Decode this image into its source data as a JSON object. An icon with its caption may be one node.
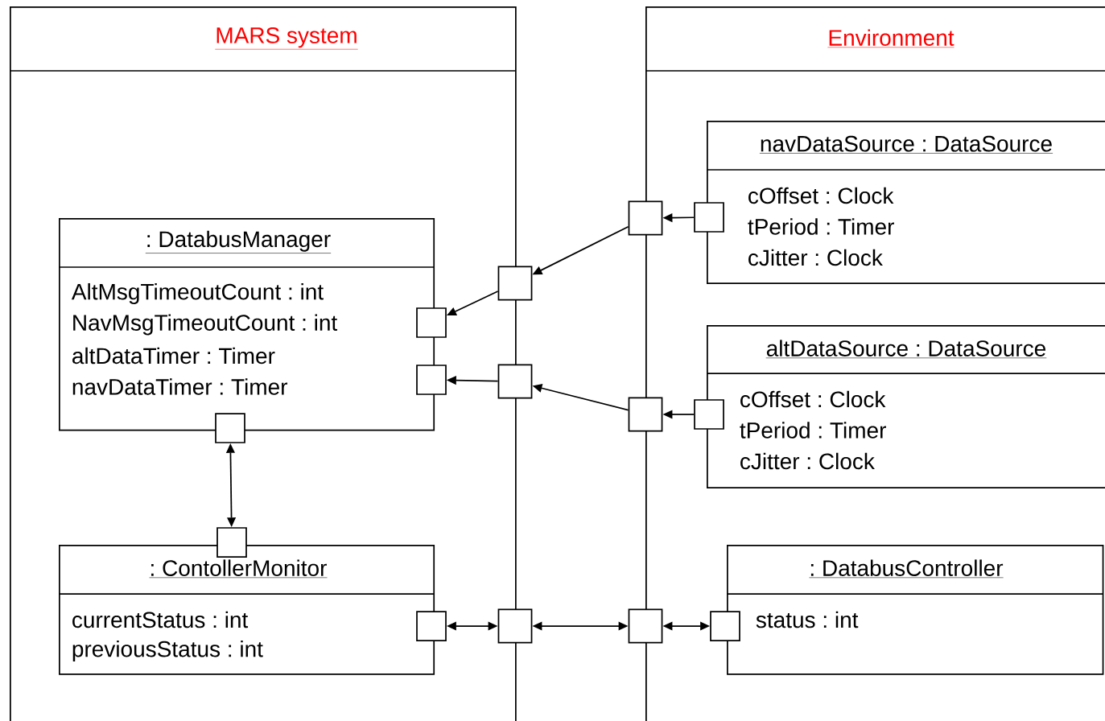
{
  "diagram": {
    "nodes": [
      {
        "text": [
          "MARS system"
        ]
      },
      {
        "text": [
          "Environment"
        ]
      },
      {
        "text": [
          ": DatabusManager",
          "AltMsgTimeoutCount : int",
          "NavMsgTimeoutCount : int",
          "altDataTimer : Timer",
          "navDataTimer : Timer"
        ],
        "in": 0
      },
      {
        "text": [
          "navDataSource : DataSource",
          "cOffset : Clock",
          "tPeriod : Timer",
          "cJitter : Clock"
        ],
        "in": 1
      },
      {
        "text": [
          "altDataSource : DataSource",
          "cOffset : Clock",
          "tPeriod : Timer",
          "cJitter : Clock"
        ],
        "in": 1
      },
      {
        "text": [
          ": ContollerMonitor",
          "currentStatus : int",
          "previousStatus : int"
        ],
        "in": 0
      },
      {
        "text": [
          ": DatabusController",
          "status : int"
        ],
        "in": 1
      },
      {
        "text": [],
        "shape": "box",
        "in": 1
      },
      {
        "text": [],
        "shape": "box"
      },
      {
        "text": [],
        "shape": "box"
      },
      {
        "text": [],
        "shape": "box",
        "in": 0
      },
      {
        "text": [],
        "shape": "box",
        "in": 0
      },
      {
        "text": [],
        "shape": "box"
      },
      {
        "text": [],
        "shape": "box"
      },
      {
        "text": [],
        "shape": "box",
        "in": 1
      },
      {
        "text": [],
        "shape": "box",
        "in": 0
      },
      {
        "text": [],
        "shape": "box",
        "in": 0
      },
      {
        "text": [],
        "shape": "box",
        "in": 0
      },
      {
        "text": [],
        "shape": "box"
      },
      {
        "text": [],
        "shape": "box"
      },
      {
        "text": [],
        "shape": "box",
        "in": 1
      }
    ],
    "edges": [
      {
        "from": 7,
        "to": 8,
        "arrow": "to"
      },
      {
        "from": 8,
        "to": 9,
        "arrow": "to"
      },
      {
        "from": 9,
        "to": 10,
        "arrow": "to"
      },
      {
        "from": 14,
        "to": 13,
        "arrow": "to"
      },
      {
        "from": 13,
        "to": 12,
        "arrow": "to"
      },
      {
        "from": 12,
        "to": 11,
        "arrow": "to"
      },
      {
        "from": 15,
        "to": 16,
        "arrow": "both"
      },
      {
        "from": 17,
        "to": 18,
        "arrow": "both"
      },
      {
        "from": 18,
        "to": 19,
        "arrow": "both"
      },
      {
        "from": 19,
        "to": 20,
        "arrow": "both"
      }
    ]
  }
}
